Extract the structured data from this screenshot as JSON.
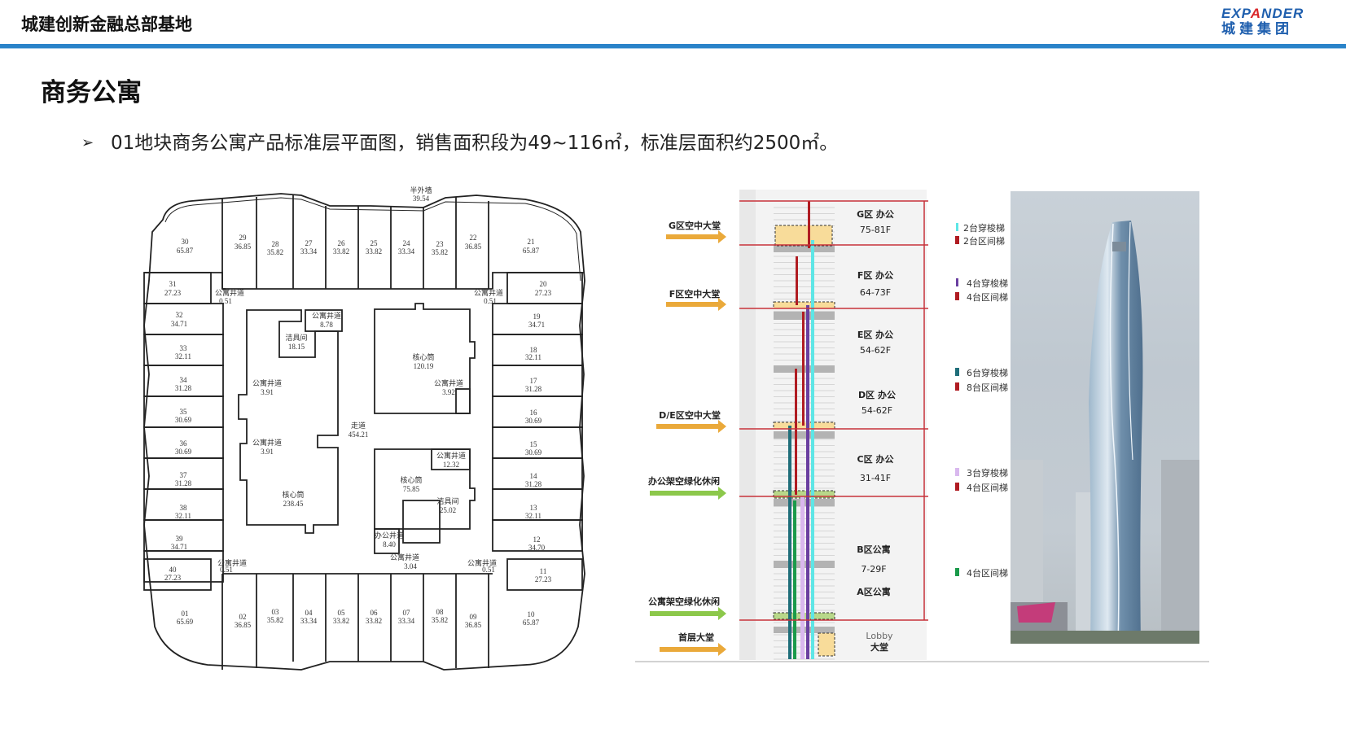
{
  "header": {
    "title": "城建创新金融总部基地",
    "logo": {
      "en_prefix": "EXP",
      "en_a": "A",
      "en_suffix": "NDER",
      "cn": "城建集团"
    },
    "accent_color": "#2a83c9"
  },
  "page": {
    "title": "商务公寓",
    "bullet": "01地块商务公寓产品标准层平面图，销售面积段为49~116㎡，标准层面积约2500㎡。"
  },
  "floor_plan": {
    "label_top": {
      "name": "半外墙",
      "area": "39.54"
    },
    "units_top": [
      {
        "no": "30",
        "area": "65.87"
      },
      {
        "no": "29",
        "area": "36.85"
      },
      {
        "no": "28",
        "area": "35.82"
      },
      {
        "no": "27",
        "area": "33.34"
      },
      {
        "no": "26",
        "area": "33.82"
      },
      {
        "no": "25",
        "area": "33.82"
      },
      {
        "no": "24",
        "area": "33.34"
      },
      {
        "no": "23",
        "area": "35.82"
      },
      {
        "no": "22",
        "area": "36.85"
      },
      {
        "no": "21",
        "area": "65.87"
      }
    ],
    "units_left": [
      {
        "no": "31",
        "area": "27.23"
      },
      {
        "no": "32",
        "area": "34.71"
      },
      {
        "no": "33",
        "area": "32.11"
      },
      {
        "no": "34",
        "area": "31.28"
      },
      {
        "no": "35",
        "area": "30.69"
      },
      {
        "no": "36",
        "area": "30.69"
      },
      {
        "no": "37",
        "area": "31.28"
      },
      {
        "no": "38",
        "area": "32.11"
      },
      {
        "no": "39",
        "area": "34.71"
      },
      {
        "no": "40",
        "area": "27.23"
      }
    ],
    "units_right": [
      {
        "no": "20",
        "area": "27.23"
      },
      {
        "no": "19",
        "area": "34.71"
      },
      {
        "no": "18",
        "area": "32.11"
      },
      {
        "no": "17",
        "area": "31.28"
      },
      {
        "no": "16",
        "area": "30.69"
      },
      {
        "no": "15",
        "area": "30.69"
      },
      {
        "no": "14",
        "area": "31.28"
      },
      {
        "no": "13",
        "area": "32.11"
      },
      {
        "no": "12",
        "area": "34.70"
      },
      {
        "no": "11",
        "area": "27.23"
      }
    ],
    "units_bottom": [
      {
        "no": "01",
        "area": "65.69"
      },
      {
        "no": "02",
        "area": "36.85"
      },
      {
        "no": "03",
        "area": "35.82"
      },
      {
        "no": "04",
        "area": "33.34"
      },
      {
        "no": "05",
        "area": "33.82"
      },
      {
        "no": "06",
        "area": "33.82"
      },
      {
        "no": "07",
        "area": "33.34"
      },
      {
        "no": "08",
        "area": "35.82"
      },
      {
        "no": "09",
        "area": "36.85"
      },
      {
        "no": "10",
        "area": "65.87"
      }
    ],
    "shafts": [
      {
        "name": "公寓井道",
        "area": "0.51"
      },
      {
        "name": "公寓井道",
        "area": "0.51"
      },
      {
        "name": "公寓井道",
        "area": "0.51"
      },
      {
        "name": "公寓井道",
        "area": "0.51"
      },
      {
        "name": "公寓井道",
        "area": "8.78"
      },
      {
        "name": "公寓井道",
        "area": "3.91"
      },
      {
        "name": "公寓井道",
        "area": "3.91"
      },
      {
        "name": "公寓井道",
        "area": "3.92"
      },
      {
        "name": "公寓井道",
        "area": "12.32"
      },
      {
        "name": "公寓井道",
        "area": "3.04"
      },
      {
        "name": "办公井道",
        "area": "8.40"
      }
    ],
    "rooms": {
      "janitor_1": {
        "name": "洁具间",
        "area": "18.15"
      },
      "janitor_2": {
        "name": "洁具间",
        "area": "25.02"
      },
      "core_1": {
        "name": "核心筒",
        "area": "120.19"
      },
      "core_2": {
        "name": "核心筒",
        "area": "75.85"
      },
      "core_3": {
        "name": "核心筒",
        "area": "238.45"
      },
      "corridor": {
        "name": "走道",
        "area": "454.21"
      }
    }
  },
  "section": {
    "lobbies": [
      {
        "label": "G区空中大堂",
        "kind": "sky-lobby"
      },
      {
        "label": "F区空中大堂",
        "kind": "sky-lobby"
      },
      {
        "label": "D/E区空中大堂",
        "kind": "sky-lobby"
      },
      {
        "label": "办公架空绿化休闲",
        "kind": "green"
      },
      {
        "label": "公寓架空绿化休闲",
        "kind": "green"
      },
      {
        "label": "首层大堂",
        "kind": "sky-lobby"
      }
    ],
    "zones": [
      {
        "name": "G区 办公",
        "floors": "75-81F"
      },
      {
        "name": "F区 办公",
        "floors": "64-73F"
      },
      {
        "name": "E区 办公",
        "floors": "54-62F"
      },
      {
        "name": "D区 办公",
        "floors": "54-62F"
      },
      {
        "name": "C区 办公",
        "floors": "31-41F"
      },
      {
        "name": "B区公寓",
        "floors": "7-29F"
      },
      {
        "name": "A区公寓",
        "floors": ""
      }
    ],
    "lobby_label": {
      "en": "Lobby",
      "cn": "大堂"
    },
    "legend": [
      {
        "text": "2台穿梭梯",
        "color": "#5ee6e6"
      },
      {
        "text": "2台区间梯",
        "color": "#b01c22"
      },
      {
        "text": "4台穿梭梯",
        "color": "#6a3fa0"
      },
      {
        "text": "4台区间梯",
        "color": "#b01c22"
      },
      {
        "text": "6台穿梭梯",
        "color": "#1f6e7a"
      },
      {
        "text": "8台区间梯",
        "color": "#b01c22"
      },
      {
        "text": "3台穿梭梯",
        "color": "#d9b8ee"
      },
      {
        "text": "4台区间梯",
        "color": "#b01c22"
      },
      {
        "text": "4台区间梯",
        "color": "#1a9a4a"
      }
    ],
    "colors": {
      "sky_lobby_arrow": "#eaa93a",
      "green_arrow": "#8cc84b",
      "zone_line": "#c8323a"
    }
  },
  "tower_photo": {
    "alt": "tower-rendering"
  }
}
